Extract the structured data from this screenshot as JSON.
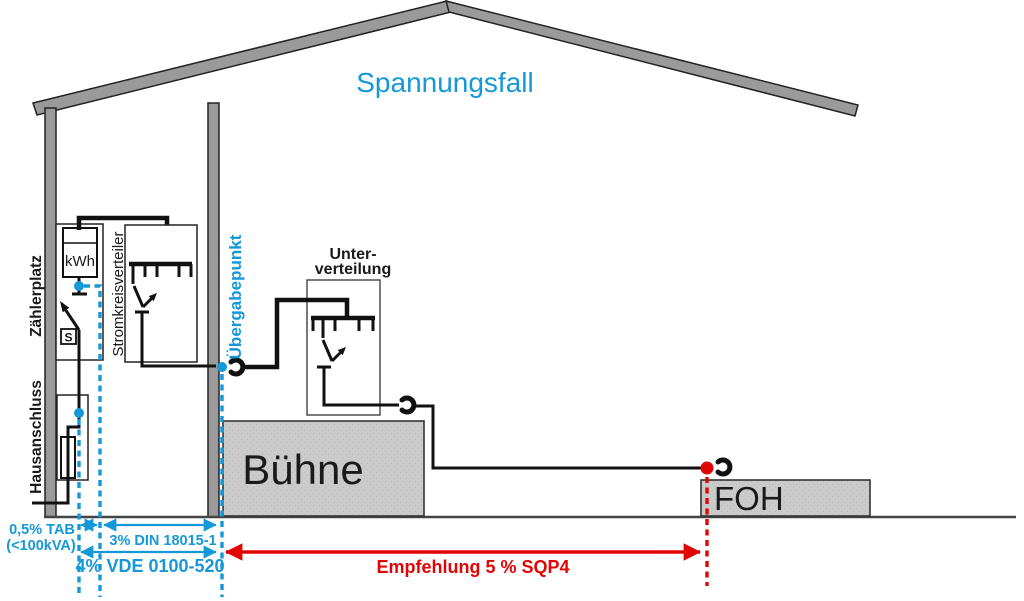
{
  "title": "Spannungsfall",
  "colors": {
    "c-blue": "#1598d8",
    "c-red": "#e10505",
    "c-wall": "#9a9a9a",
    "c-block": "#cbcbcb",
    "c-line": "#1a1a1a"
  },
  "building": {
    "stage_label": "Bühne",
    "foh_label": "FOH"
  },
  "meter_area": {
    "area_label": "Zählerplatz",
    "meter_label": "kWh",
    "switch_label": "S"
  },
  "service": {
    "label": "Hausanschluss"
  },
  "distribution": {
    "circuit_board_label": "Stromkreisverteiler",
    "handover_label": "Übergabepunkt",
    "sub_board_label_line1": "Unter-",
    "sub_board_label_line2": "verteilung"
  },
  "dimensions": {
    "tab_line1": "0,5% TAB",
    "tab_line2": "(<100kVA)",
    "din_label": "3% DIN 18015-1",
    "vde_label": "4% VDE 0100-520",
    "recommendation_label": "Empfehlung  5 % SQP4"
  }
}
